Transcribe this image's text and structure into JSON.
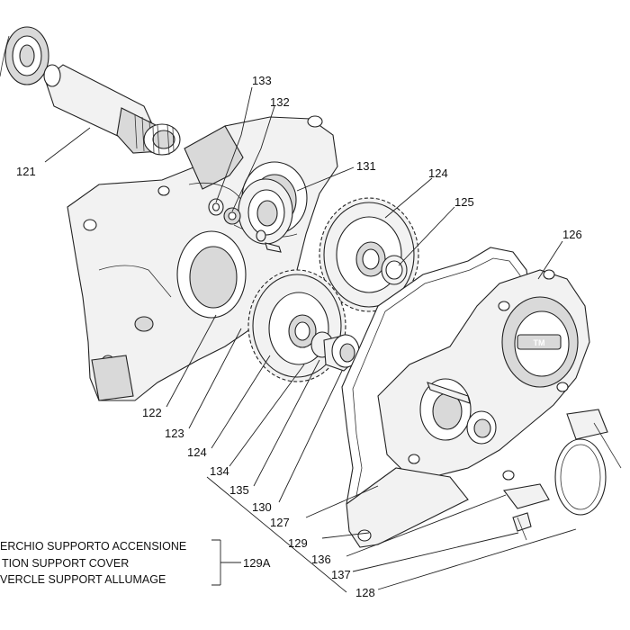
{
  "callouts": {
    "c121": "121",
    "c133": "133",
    "c132": "132",
    "c131": "131",
    "c124a": "124",
    "c125": "125",
    "c126": "126",
    "c122": "122",
    "c123": "123",
    "c124b": "124",
    "c134": "134",
    "c135": "135",
    "c130": "130",
    "c127": "127",
    "c129": "129",
    "c136": "136",
    "c137": "137",
    "c128": "128",
    "c129A": "129A"
  },
  "note": {
    "line1": "ERCHIO SUPPORTO ACCENSIONE",
    "line2": "TION SUPPORT COVER",
    "line3": "VERCLE SUPPORT ALLUMAGE",
    "arrow": "→"
  },
  "cover_logo": "TM"
}
